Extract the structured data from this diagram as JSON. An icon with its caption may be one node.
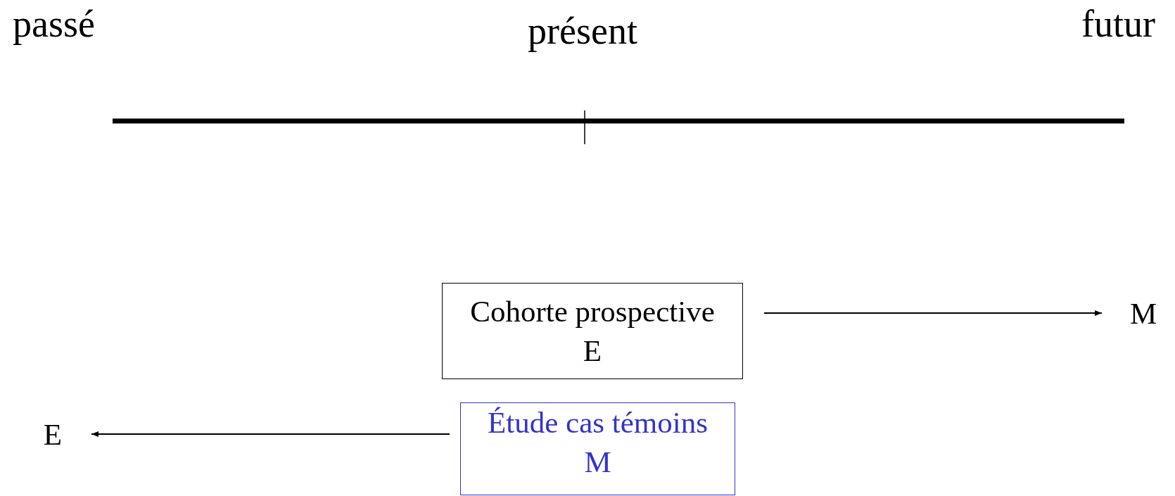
{
  "diagram": {
    "nodes": [
      {
        "text": [
          "Cohorte prospective",
          "E"
        ]
      },
      {
        "text": [
          "M"
        ]
      },
      {
        "text": [
          "E"
        ]
      },
      {
        "text": [
          "Étude cas témoins",
          "M"
        ]
      }
    ],
    "edges": [
      {
        "from": 0,
        "to": 1,
        "arrow": "to"
      },
      {
        "from": 3,
        "to": 2,
        "arrow": "to"
      }
    ],
    "labels": [
      "passé",
      "présent",
      "futur"
    ]
  }
}
